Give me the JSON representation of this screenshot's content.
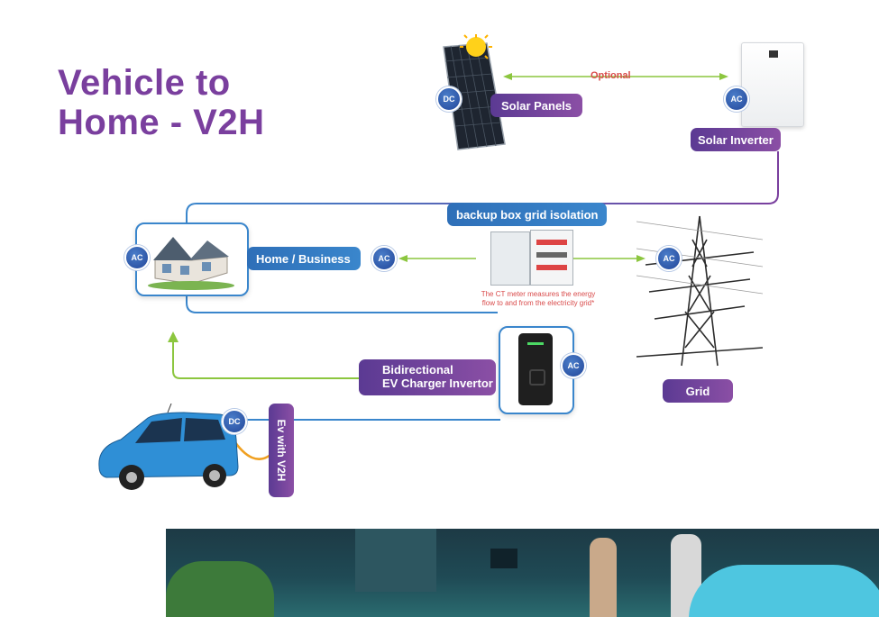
{
  "title": {
    "line1": "Vehicle to",
    "line2": "Home - V2H"
  },
  "optional_label": "Optional",
  "labels": {
    "solar_panels": "Solar Panels",
    "solar_inverter": "Solar Inverter",
    "backup_box": "backup box grid isolation",
    "home_business": "Home / Business",
    "grid": "Grid",
    "charger_line1": "Bidirectional",
    "charger_line2": "EV Charger Invertor",
    "ev": "Ev with V2H"
  },
  "badges": {
    "dc": "DC",
    "ac": "AC"
  },
  "ct_note": {
    "line1": "The CT meter measures the  energy",
    "line2": "flow to and from the electricity grid*"
  },
  "colors": {
    "purple": "#7a3f9e",
    "blue": "#3a86cc",
    "green_arrow": "#8cc63f",
    "red_note": "#d94b4b"
  }
}
